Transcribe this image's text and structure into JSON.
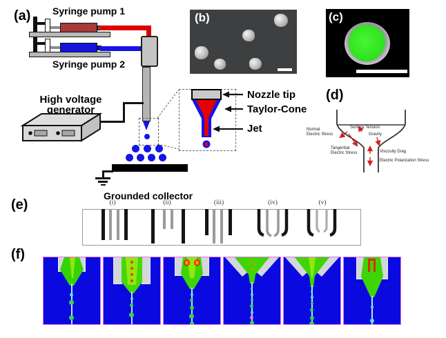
{
  "figure_type": "multi-panel electrospray schematic figure",
  "colors": {
    "tube_red": "#dd0000",
    "tube_blue": "#1414e6",
    "fluorescent_green": "#2ee01e",
    "sim_background_blue": "#0a0ae0",
    "sim_panel_border_pink": "#e873e8",
    "metal_gray": "#c9c9c9"
  },
  "a": {
    "label": "(a)",
    "pump1": "Syringe pump 1",
    "pump2": "Syringe pump 2",
    "hv1": "High voltage",
    "hv2": "generator",
    "collector": "Grounded collector",
    "inset": {
      "nozzle_tip": "Nozzle tip",
      "taylor_cone": "Taylor-Cone",
      "jet": "Jet"
    }
  },
  "b": {
    "label": "(b)"
  },
  "c": {
    "label": "(c)"
  },
  "d": {
    "label": "(d)",
    "normal_l1": "Normal",
    "normal_l2": "Electric Stress",
    "surface": "Surface Tension",
    "gravity": "Gravity",
    "tangential_l1": "Tangential",
    "tangential_l2": "Electric Stress",
    "viscosity": "Viscosity Drag",
    "polarization": "Electric Polarization Stress"
  },
  "e": {
    "label": "(e)",
    "numerals": [
      "(i)",
      "(ii)",
      "(iii)",
      "(iv)",
      "(v)"
    ]
  },
  "f": {
    "label": "(f)"
  }
}
